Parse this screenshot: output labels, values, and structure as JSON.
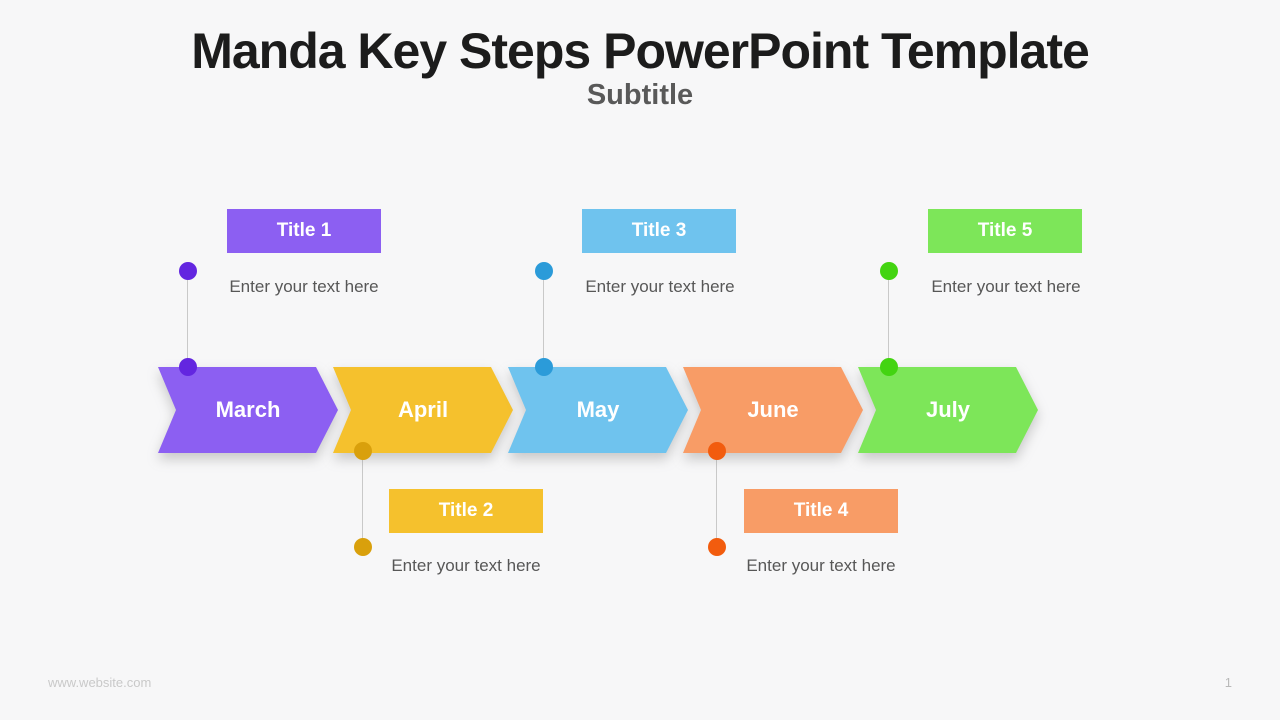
{
  "header": {
    "title": "Manda Key Steps PowerPoint Template",
    "subtitle": "Subtitle"
  },
  "footer": {
    "website": "www.website.com",
    "page_number": "1"
  },
  "steps": [
    {
      "month": "March",
      "label": "Title 1",
      "text": "Enter your text here",
      "side": "top",
      "fill": "#8C5FF2",
      "dot": "#6326E0"
    },
    {
      "month": "April",
      "label": "Title 2",
      "text": "Enter your text here",
      "side": "bottom",
      "fill": "#F5C12D",
      "dot": "#D9A00C"
    },
    {
      "month": "May",
      "label": "Title 3",
      "text": "Enter your text here",
      "side": "top",
      "fill": "#6FC3EE",
      "dot": "#2B9BD9"
    },
    {
      "month": "June",
      "label": "Title 4",
      "text": "Enter your text here",
      "side": "bottom",
      "fill": "#F89C66",
      "dot": "#F25C0E"
    },
    {
      "month": "July",
      "label": "Title 5",
      "text": "Enter your text here",
      "side": "top",
      "fill": "#7DE659",
      "dot": "#43D411"
    }
  ]
}
